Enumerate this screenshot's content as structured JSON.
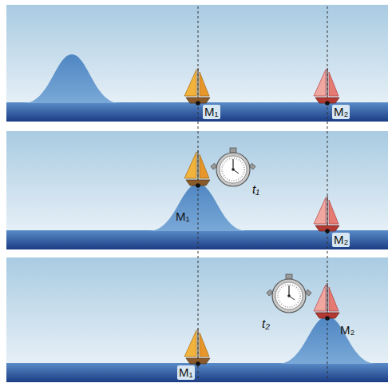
{
  "diagram": {
    "labels": [
      "M₁",
      "M₂",
      "M₁",
      "t₁",
      "M₂",
      "t₂",
      "M₂",
      "M₁"
    ]
  }
}
